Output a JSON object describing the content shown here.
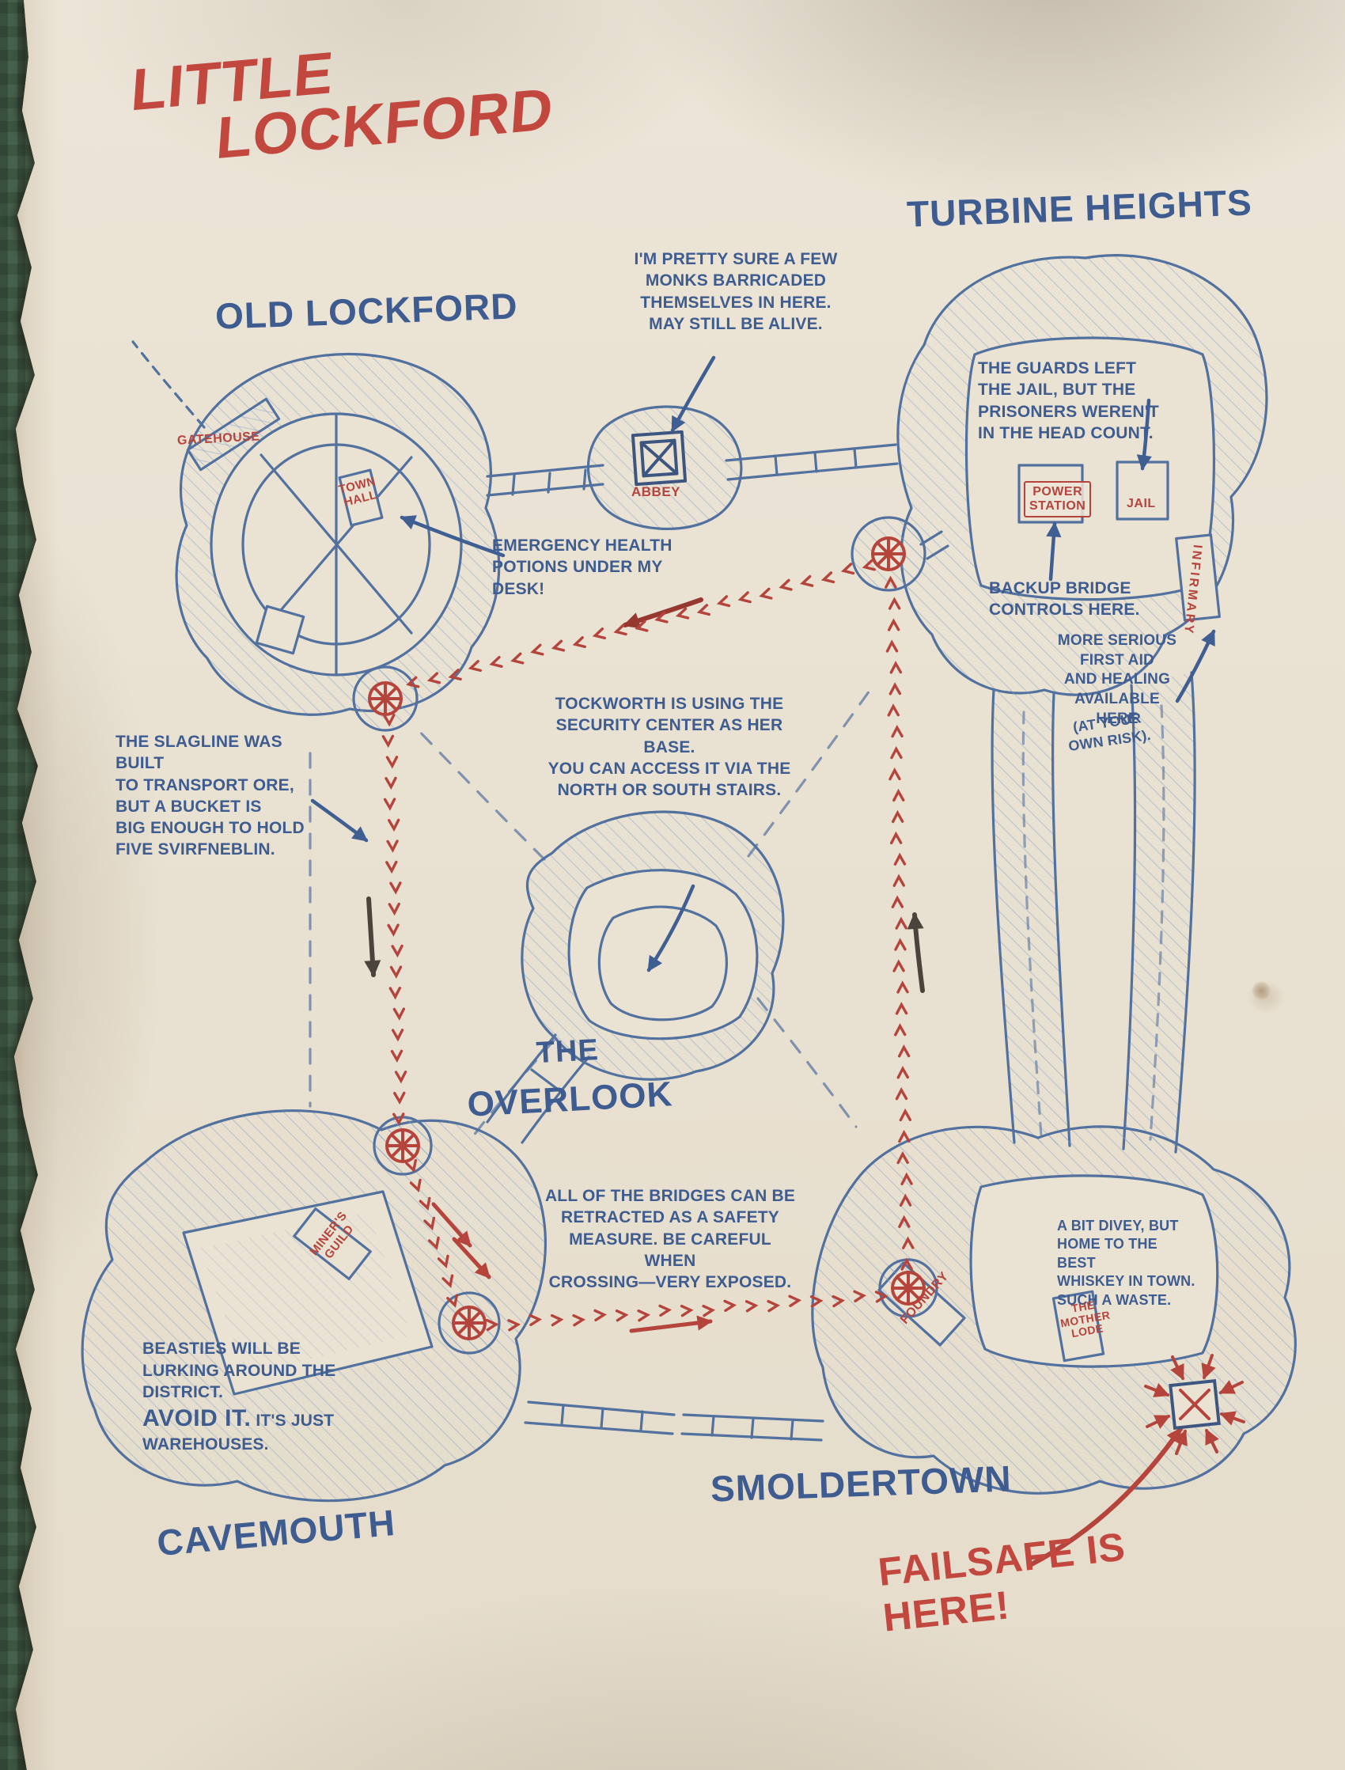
{
  "title": {
    "line1": "LITTLE",
    "line2": "LOCKFORD"
  },
  "district_labels": {
    "old_lockford": "OLD LOCKFORD",
    "turbine_heights": "TURBINE HEIGHTS",
    "overlook_line1": "THE",
    "overlook_line2": "OVERLOOK",
    "cavemouth": "CAVEMOUTH",
    "smoldertown": "SMOLDERTOWN"
  },
  "locations": {
    "gatehouse": "GATEHOUSE",
    "town_hall": "TOWN\nHALL",
    "abbey": "ABBEY",
    "power_station": "POWER\nSTATION",
    "jail": "JAIL",
    "infirmary": "INFIRMARY",
    "miners_guild": "MINER'S\nGUILD",
    "foundry": "FOUNDRY",
    "mother_lode": "THE\nMOTHER\nLODE"
  },
  "notes": {
    "monks": "I'M PRETTY SURE A FEW\nMONKS BARRICADED\nTHEMSELVES IN HERE.\nMAY STILL BE ALIVE.",
    "guards": "THE GUARDS LEFT\nTHE JAIL, BUT THE\nPRISONERS WEREN'T\nIN THE HEAD COUNT.",
    "potions": "EMERGENCY HEALTH\nPOTIONS UNDER MY\nDESK!",
    "bridge_controls": "BACKUP BRIDGE\nCONTROLS HERE.",
    "first_aid": "MORE SERIOUS\nFIRST AID\nAND HEALING\nAVAILABLE\nHERE",
    "first_aid_risk": "(AT YOUR\nOWN RISK).",
    "slagline": "THE SLAGLINE WAS BUILT\nTO TRANSPORT ORE,\nBUT A BUCKET IS\nBIG ENOUGH TO HOLD\nFIVE SVIRFNEBLIN.",
    "tockworth": "TOCKWORTH IS USING THE\nSECURITY CENTER AS HER BASE.\nYOU CAN ACCESS IT VIA THE\nNORTH OR SOUTH STAIRS.",
    "bridges": "ALL OF THE BRIDGES CAN BE\nRETRACTED AS A SAFETY\nMEASURE. BE CAREFUL WHEN\nCROSSING—VERY EXPOSED.",
    "beasties": "BEASTIES WILL BE\nLURKING AROUND THE\nDISTRICT.\n",
    "avoid_big": "AVOID IT.",
    "avoid_rest": " IT'S JUST\nWAREHOUSES.",
    "divey": "A BIT DIVEY, BUT\nHOME TO THE BEST\nWHISKEY IN TOWN.\nSUCH A WASTE.",
    "failsafe": "FAILSAFE IS HERE!"
  },
  "colors": {
    "ink_blue": "#3e5c90",
    "outline_blue": "#53719e",
    "ink_red": "#b5443c",
    "title_red": "#c2473f",
    "paper": "#eae2d3",
    "edge_green": "#46624c",
    "pencil_dark": "#4a443c"
  }
}
